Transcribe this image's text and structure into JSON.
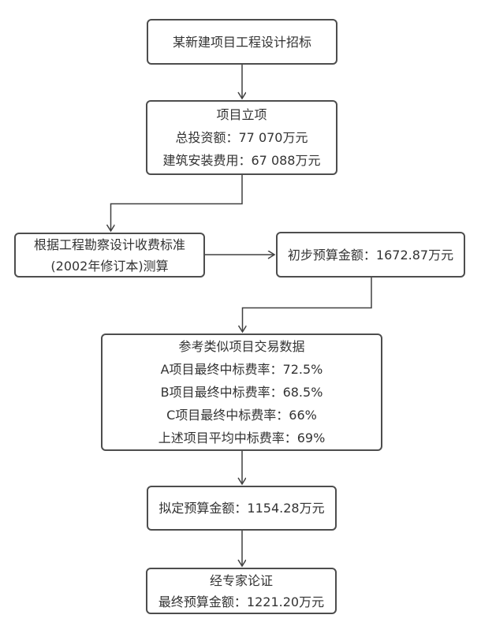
{
  "flowchart": {
    "nodes": {
      "bidding": {
        "lines": [
          "某新建项目工程设计招标"
        ]
      },
      "approval": {
        "lines": [
          "项目立项",
          "总投资额：77 070万元",
          "建筑安装费用：67 088万元"
        ]
      },
      "standard": {
        "lines": [
          "根据工程勘察设计收费标准",
          "(2002年修订本)测算"
        ]
      },
      "preliminary": {
        "lines": [
          "初步预算金额：1672.87万元"
        ]
      },
      "reference": {
        "lines": [
          "参考类似项目交易数据",
          "A项目最终中标费率：72.5%",
          "B项目最终中标费率：68.5%",
          "C项目最终中标费率：66%",
          "上述项目平均中标费率：69%"
        ]
      },
      "proposed": {
        "lines": [
          "拟定预算金额：1154.28万元"
        ]
      },
      "final": {
        "lines": [
          "经专家论证",
          "最终预算金额：1221.20万元"
        ]
      }
    },
    "colors": {
      "border": "#4d4d4d",
      "text": "#333333",
      "connector": "#404040",
      "background": "#ffffff"
    }
  }
}
